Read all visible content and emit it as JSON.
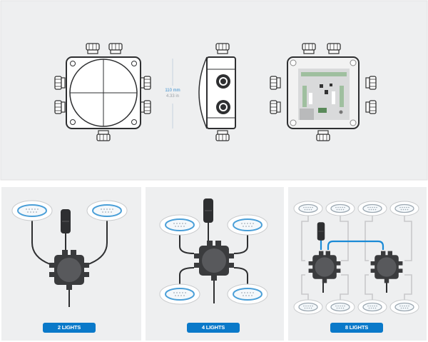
{
  "dimension": {
    "metric": "110 mm",
    "imperial": "4.33 in"
  },
  "configurations": [
    {
      "label": "2 LIGHTS",
      "lights": 2
    },
    {
      "label": "4 LIGHTS",
      "lights": 4
    },
    {
      "label": "8 LIGHTS",
      "lights": 8
    }
  ],
  "colors": {
    "accent": "#0a79c9",
    "panel": "#eeeff0",
    "dark": "#3a3b3d",
    "light_ring": "#4a9fd8"
  }
}
